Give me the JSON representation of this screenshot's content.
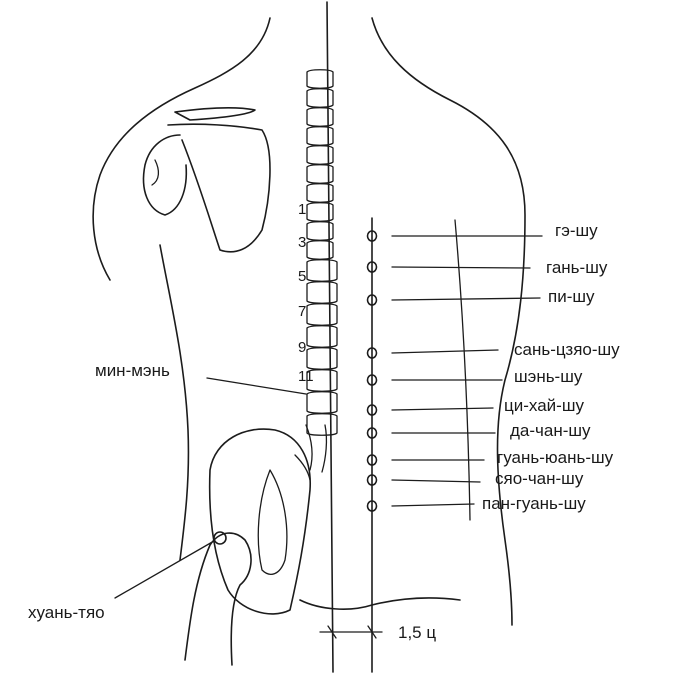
{
  "acupoints_right": [
    {
      "id": "ge-shu",
      "label": "гэ-шу"
    },
    {
      "id": "gan-shu",
      "label": "гань-шу"
    },
    {
      "id": "pi-shu",
      "label": "пи-шу"
    },
    {
      "id": "san-czyao-shu",
      "label": "сань-цзяо-шу"
    },
    {
      "id": "shen-shu",
      "label": "шэнь-шу"
    },
    {
      "id": "ci-hai-shu",
      "label": "ци-хай-шу"
    },
    {
      "id": "da-chan-shu",
      "label": "да-чан-шу"
    },
    {
      "id": "guan-yuan-shu",
      "label": "гуань-юань-шу"
    },
    {
      "id": "syao-chan-shu",
      "label": "сяо-чан-шу"
    },
    {
      "id": "pan-guan-shu",
      "label": "пан-гуань-шу"
    }
  ],
  "acupoints_left": [
    {
      "id": "min-men",
      "label": "мин-мэнь"
    },
    {
      "id": "huan-tyao",
      "label": "хуань-тяо"
    }
  ],
  "vertebra_numbers": [
    "1",
    "3",
    "5",
    "7",
    "9",
    "11"
  ],
  "measure_label": "1,5 ц"
}
